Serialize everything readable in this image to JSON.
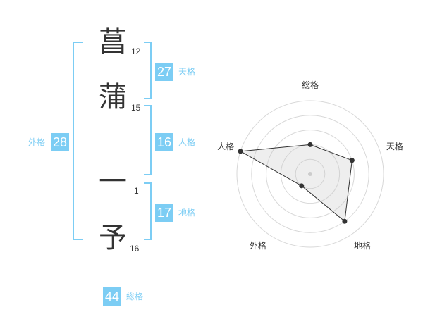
{
  "name": {
    "chars": [
      {
        "char": "菖",
        "strokes": "12"
      },
      {
        "char": "蒲",
        "strokes": "15"
      },
      {
        "char": "一",
        "strokes": "1"
      },
      {
        "char": "予",
        "strokes": "16"
      }
    ]
  },
  "fortune": {
    "tenkaku": {
      "label": "天格",
      "value": "27"
    },
    "jinkaku": {
      "label": "人格",
      "value": "16"
    },
    "chikaku": {
      "label": "地格",
      "value": "17"
    },
    "gaikaku": {
      "label": "外格",
      "value": "28"
    },
    "soukaku": {
      "label": "総格",
      "value": "44"
    }
  },
  "colors": {
    "accent": "#7ccdf4",
    "text": "#333333"
  },
  "chart_data": {
    "type": "radar",
    "axes": [
      "総格",
      "天格",
      "地格",
      "外格",
      "人格"
    ],
    "values": [
      2,
      3,
      4,
      1,
      5
    ],
    "max": 5
  }
}
